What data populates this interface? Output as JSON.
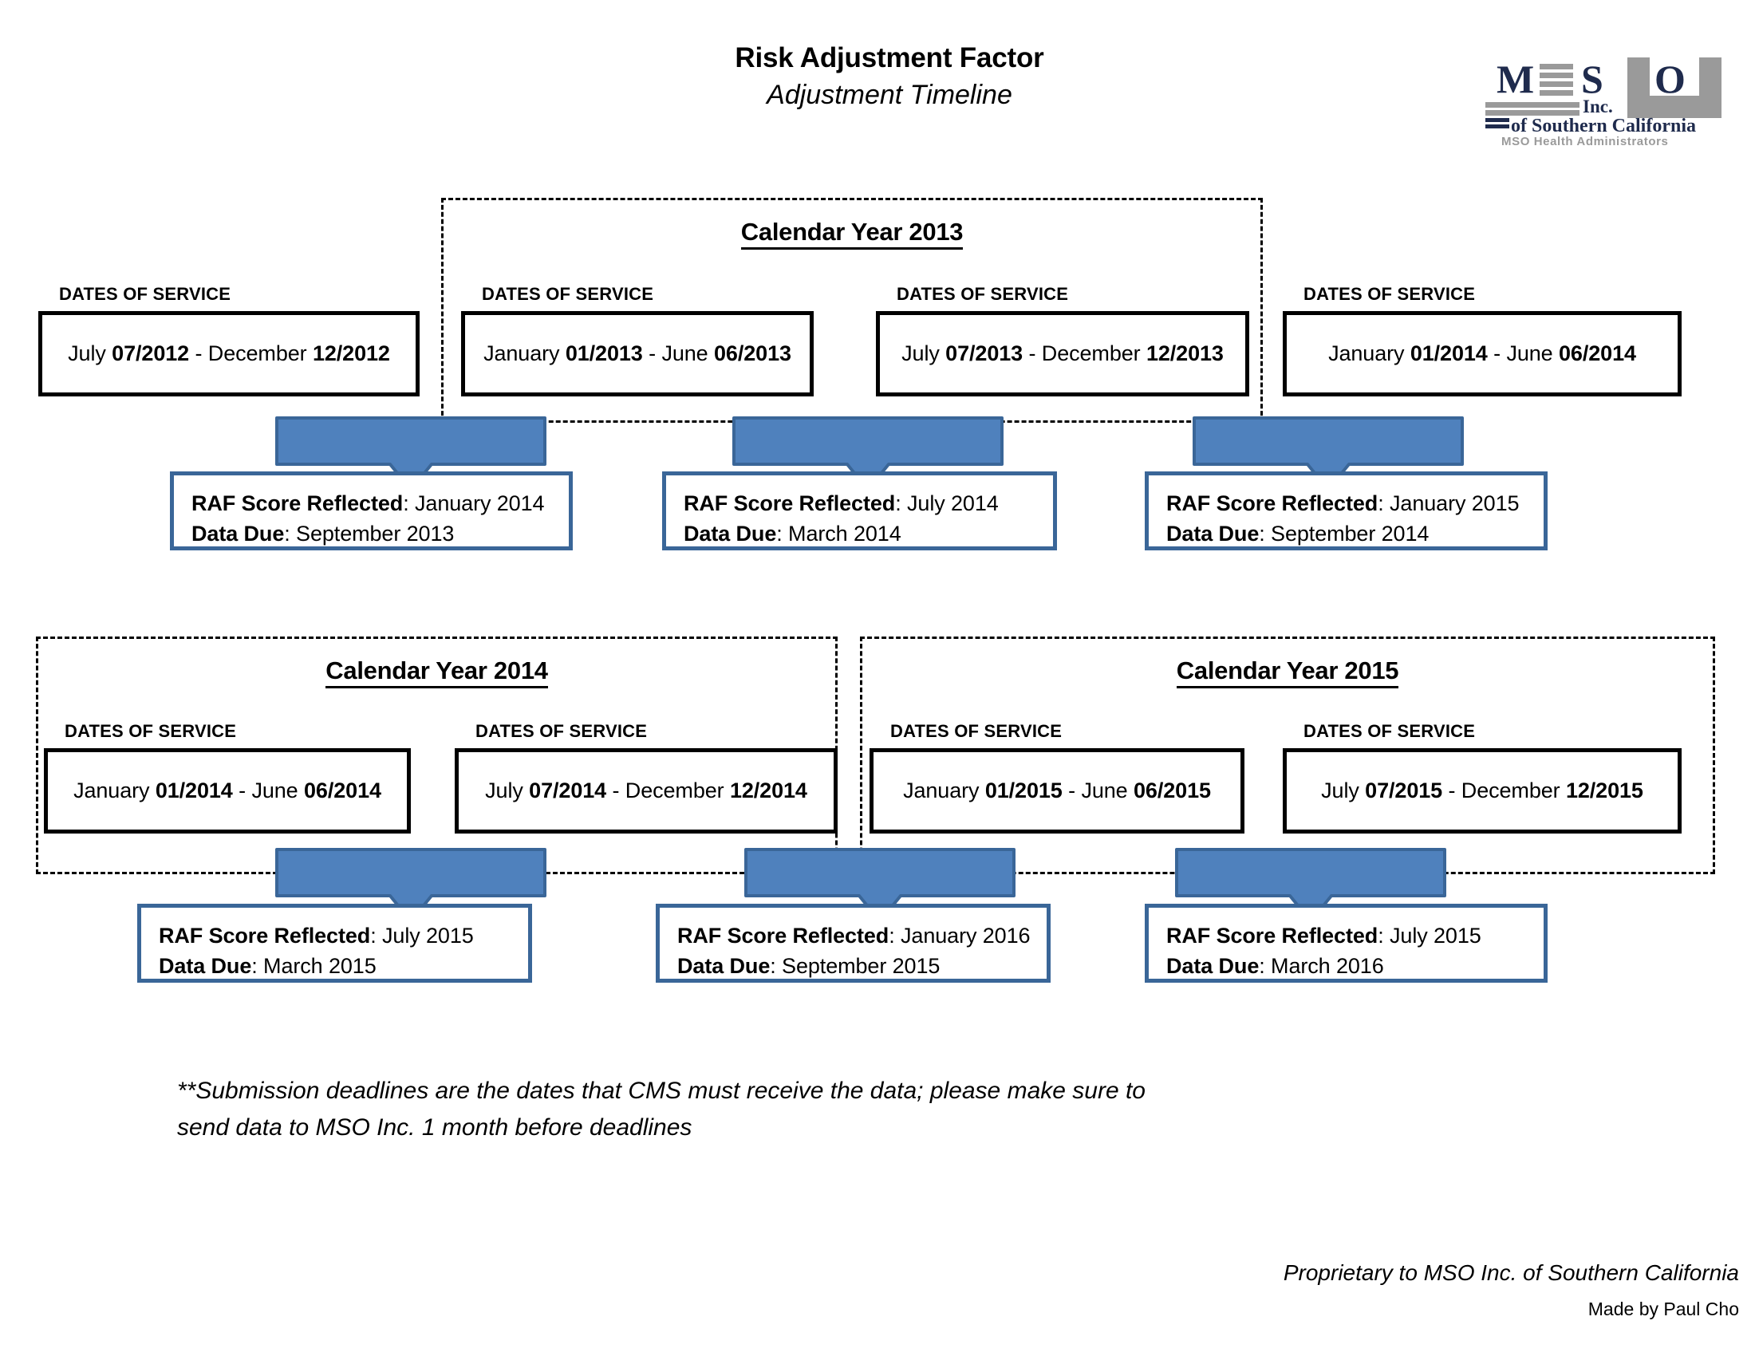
{
  "header": {
    "title": "Risk Adjustment Factor",
    "subtitle": "Adjustment Timeline"
  },
  "logo": {
    "mark_letters": [
      "M",
      "S",
      "O"
    ],
    "inc": "Inc.",
    "line_of_southern_california": "of Southern California",
    "tagline": "MSO Health Administrators",
    "navy": "#1F2B4D",
    "gray": "#9A9A9A"
  },
  "labels": {
    "dates_of_service": "DATES OF SERVICE",
    "raf_score_reflected": "RAF Score Reflected",
    "data_due": "Data Due"
  },
  "calendar_years": [
    {
      "id": "cy2013",
      "title": "Calendar Year 2013"
    },
    {
      "id": "cy2014",
      "title": "Calendar Year 2014"
    },
    {
      "id": "cy2015",
      "title": "Calendar Year 2015"
    }
  ],
  "row1": {
    "segments": [
      {
        "label": "DATES OF SERVICE",
        "start_month": "July",
        "start_code": "07/2012",
        "separator": "-",
        "end_month": "December",
        "end_code": "12/2012"
      },
      {
        "label": "DATES OF SERVICE",
        "start_month": "January",
        "start_code": "01/2013",
        "separator": "-",
        "end_month": "June",
        "end_code": "06/2013"
      },
      {
        "label": "DATES OF SERVICE",
        "start_month": "July",
        "start_code": "07/2013",
        "separator": "-",
        "end_month": "December",
        "end_code": "12/2013"
      },
      {
        "label": "DATES OF SERVICE",
        "start_month": "January",
        "start_code": "01/2014",
        "separator": "-",
        "end_month": "June",
        "end_code": "06/2014"
      }
    ],
    "callouts": [
      {
        "raf_label": "RAF Score Reflected",
        "raf_value": "January 2014",
        "due_label": "Data Due",
        "due_value": "September 2013"
      },
      {
        "raf_label": "RAF Score Reflected",
        "raf_value": "July 2014",
        "due_label": "Data Due",
        "due_value": "March 2014"
      },
      {
        "raf_label": "RAF Score Reflected",
        "raf_value": "January 2015",
        "due_label": "Data Due",
        "due_value": "September 2014"
      }
    ]
  },
  "row2": {
    "segments": [
      {
        "label": "DATES OF SERVICE",
        "start_month": "January",
        "start_code": "01/2014",
        "separator": "-",
        "end_month": "June",
        "end_code": "06/2014"
      },
      {
        "label": "DATES OF SERVICE",
        "start_month": "July",
        "start_code": "07/2014",
        "separator": "-",
        "end_month": "December",
        "end_code": "12/2014"
      },
      {
        "label": "DATES OF SERVICE",
        "start_month": "January",
        "start_code": "01/2015",
        "separator": "-",
        "end_month": "June",
        "end_code": "06/2015"
      },
      {
        "label": "DATES OF SERVICE",
        "start_month": "July",
        "start_code": "07/2015",
        "separator": "-",
        "end_month": "December",
        "end_code": "12/2015"
      }
    ],
    "callouts": [
      {
        "raf_label": "RAF Score Reflected",
        "raf_value": "July 2015",
        "due_label": "Data Due",
        "due_value": "March 2015"
      },
      {
        "raf_label": "RAF Score Reflected",
        "raf_value": "January 2016",
        "due_label": "Data Due",
        "due_value": "September 2015"
      },
      {
        "raf_label": "RAF Score Reflected",
        "raf_value": "July 2015",
        "due_label": "Data Due",
        "due_value": "March 2016"
      }
    ]
  },
  "footnote": {
    "line1": "**Submission deadlines are the dates that CMS must receive the data; please make sure to",
    "line2": "send data to MSO Inc. 1 month before deadlines"
  },
  "footer": {
    "proprietary": "Proprietary to MSO Inc. of Southern California",
    "author": "Made by Paul Cho"
  },
  "colors": {
    "banner_fill": "#4F81BD",
    "banner_stroke": "#3A6698",
    "callout_border": "#3A6698",
    "frame_stroke": "#000000"
  }
}
